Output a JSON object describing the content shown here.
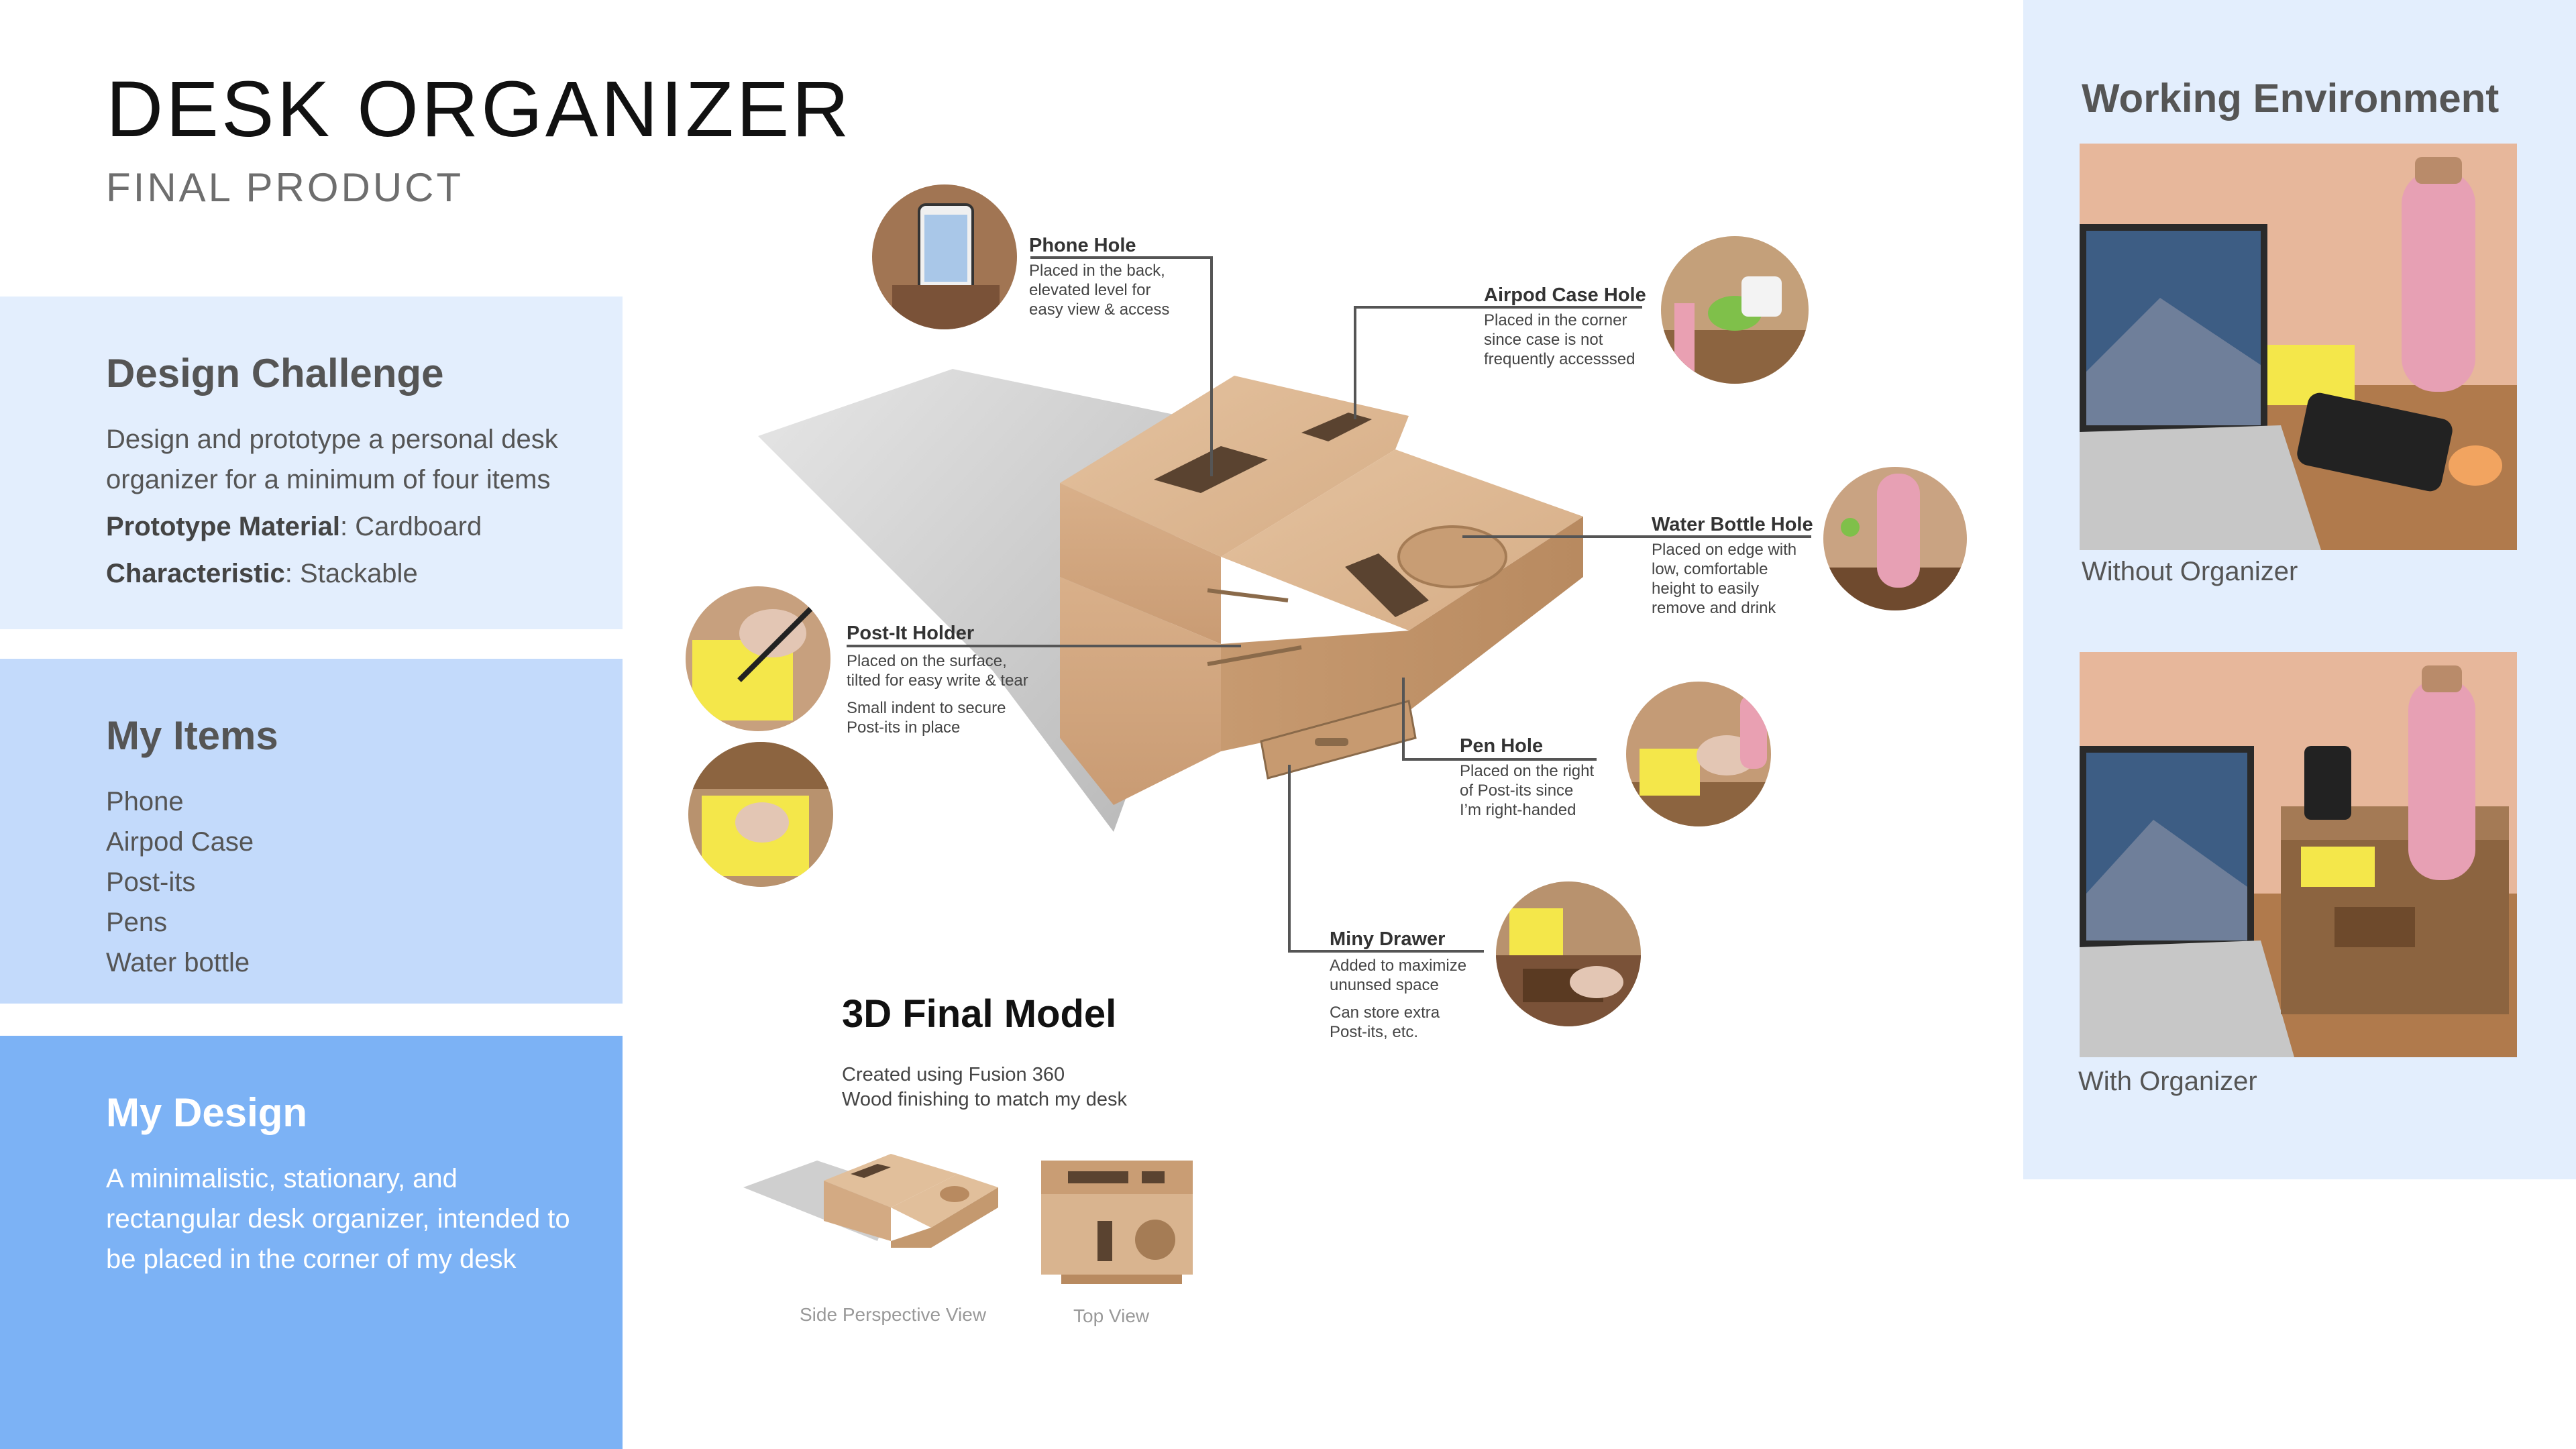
{
  "header": {
    "title": "DESK ORGANIZER",
    "subtitle": "FINAL PRODUCT"
  },
  "design_challenge": {
    "heading": "Design Challenge",
    "text": "Design and prototype a personal desk organizer for a minimum of four items",
    "material_label": "Prototype Material",
    "material_value": ": Cardboard",
    "characteristic_label": "Characteristic",
    "characteristic_value": ": Stackable"
  },
  "my_items": {
    "heading": "My Items",
    "items": [
      "Phone",
      "Airpod Case",
      "Post-its",
      "Pens",
      "Water bottle"
    ]
  },
  "my_design": {
    "heading": "My Design",
    "text": "A minimalistic, stationary, and rectangular desk organizer, intended to be placed in the corner of my desk"
  },
  "callouts": {
    "phone": {
      "title": "Phone Hole",
      "lines": [
        "Placed in the back,",
        "elevated level for",
        "easy view & access"
      ]
    },
    "airpod": {
      "title": "Airpod Case Hole",
      "lines": [
        "Placed in the corner",
        "since case is not",
        "frequently accesssed"
      ]
    },
    "bottle": {
      "title": "Water Bottle Hole",
      "lines": [
        "Placed on edge with",
        "low, comfortable",
        "height to easily",
        "remove and drink"
      ]
    },
    "postit": {
      "title": "Post-It Holder",
      "lines": [
        "Placed on the surface,",
        "tilted for easy write & tear"
      ],
      "lines2": [
        "Small indent to secure",
        "Post-its in place"
      ]
    },
    "pen": {
      "title": "Pen Hole",
      "lines": [
        "Placed on the right",
        "of Post-its since",
        "I’m right-handed"
      ]
    },
    "drawer": {
      "title": "Miny Drawer",
      "lines": [
        "Added to maximize",
        "ununsed space"
      ],
      "lines2": [
        "Can store extra",
        "Post-its, etc."
      ]
    }
  },
  "model": {
    "title": "3D Final Model",
    "line1": "Created using Fusion 360",
    "line2": "Wood finishing to match my desk",
    "side_caption": "Side Perspective View",
    "top_caption": "Top View"
  },
  "working_env": {
    "heading": "Working Environment",
    "without_caption": "Without Organizer",
    "with_caption": "With Organizer"
  },
  "colors": {
    "panel_light": "#e3eefd",
    "panel_mid": "#c3dafb",
    "panel_dark": "#7cb2f5",
    "wood": "#d9b48f",
    "leader_line": "#555555"
  }
}
